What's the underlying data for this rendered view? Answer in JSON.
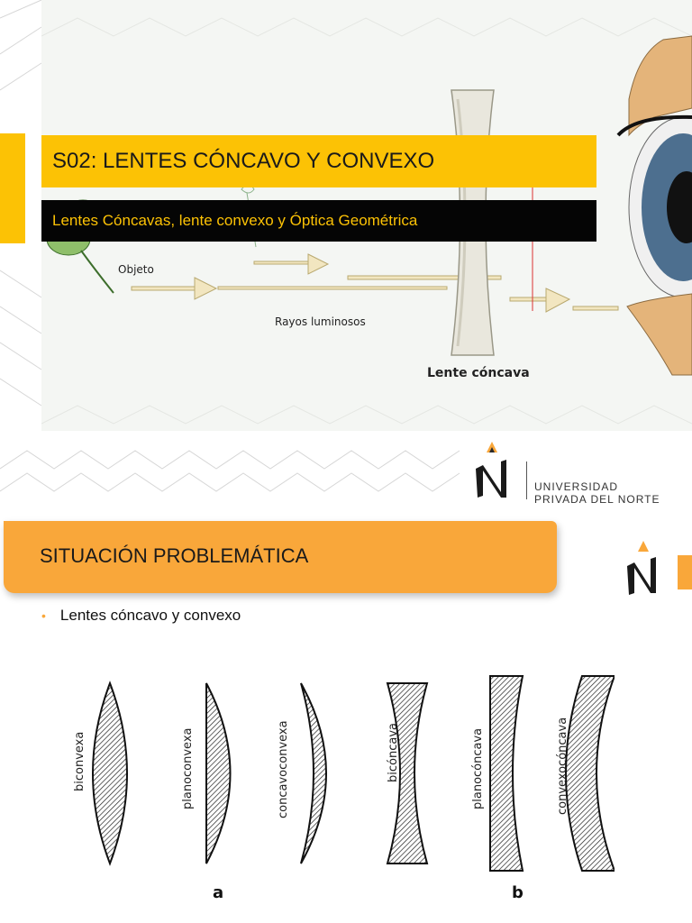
{
  "slide1": {
    "title": "S02: LENTES CÓNCAVO Y CONVEXO",
    "subtitle": "Lentes Cóncavas, lente convexo y Óptica Geométrica",
    "diagram": {
      "object_label": "Objeto",
      "rays_label": "Rayos luminosos",
      "lens_label": "Lente cóncava"
    },
    "logo": {
      "line1": "UNIVERSIDAD",
      "line2": "PRIVADA DEL NORTE"
    }
  },
  "slide2": {
    "header": "SITUACIÓN PROBLEMÁTICA",
    "bullet": "Lentes cóncavo y convexo",
    "lenses_a": [
      "biconvexa",
      "planoconvexa",
      "concavoconvexa"
    ],
    "lenses_b": [
      "bicóncava",
      "planocóncava",
      "convexocóncava"
    ],
    "group_a_label": "a",
    "group_b_label": "b"
  },
  "colors": {
    "yellow": "#fcc205",
    "orange": "#f9a73a",
    "black": "#050505"
  }
}
